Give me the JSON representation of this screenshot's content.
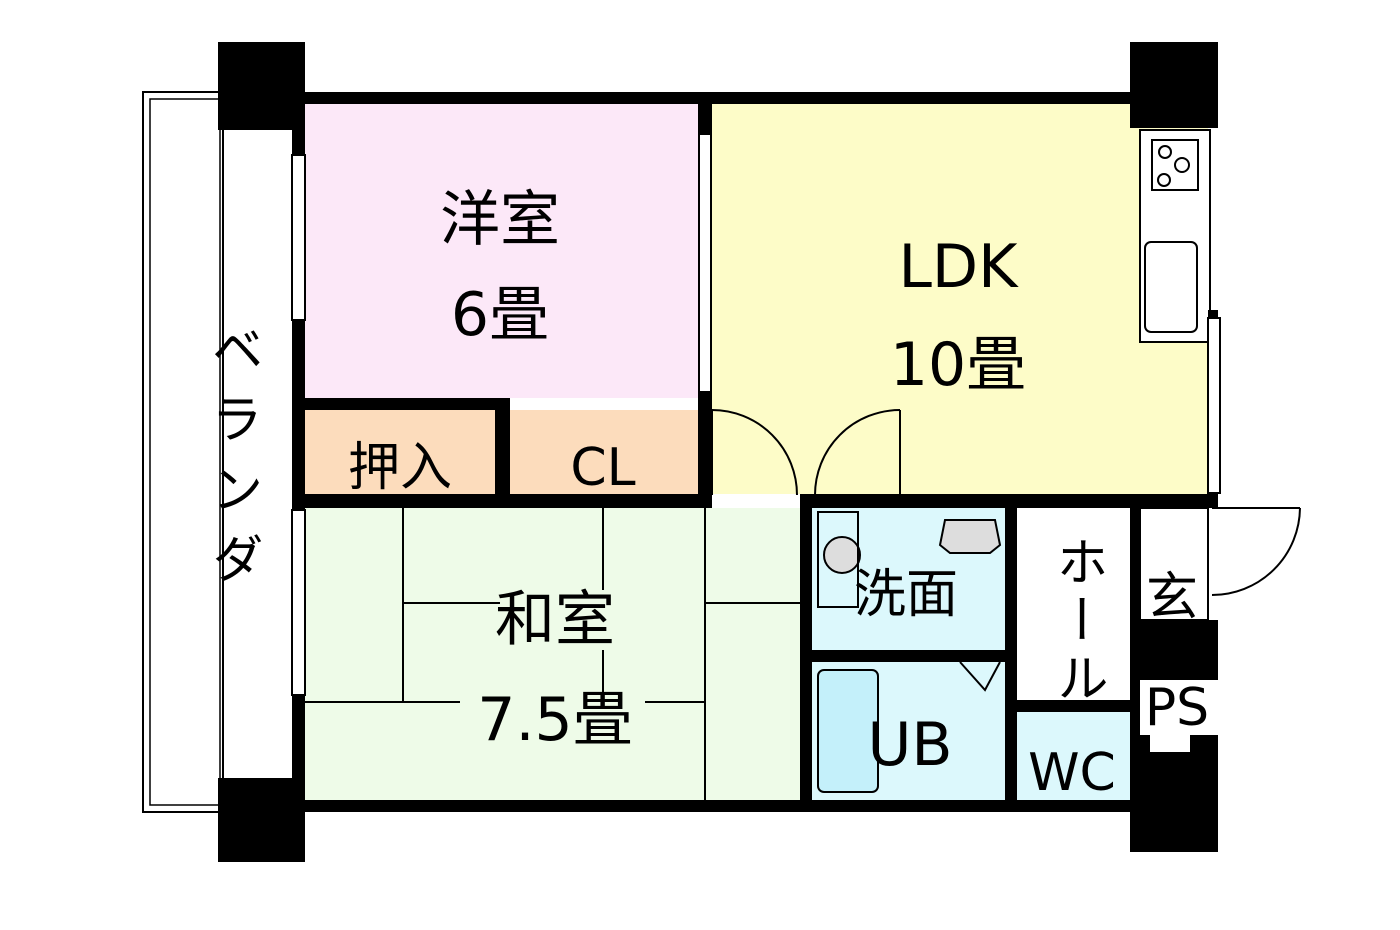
{
  "rooms": {
    "western": {
      "name": "洋室",
      "size": "6畳",
      "color": "#fce8f8"
    },
    "ldk": {
      "name": "LDK",
      "size": "10畳",
      "color": "#fdfcc8"
    },
    "closet_futon": {
      "name": "押入",
      "color": "#fcdcbc"
    },
    "closet": {
      "name": "CL",
      "color": "#fcdcbc"
    },
    "japanese": {
      "name": "和室",
      "size": "7.5畳",
      "color": "#eefbe8"
    },
    "washroom": {
      "name": "洗面",
      "color": "#dcf8fc"
    },
    "bath": {
      "name": "UB",
      "color": "#dcf8fc"
    },
    "hall": {
      "name": "ホール",
      "chars": [
        "ホ",
        "ー",
        "ル"
      ]
    },
    "entrance": {
      "name": "玄"
    },
    "pipe_space": {
      "name": "PS"
    },
    "toilet": {
      "name": "WC",
      "color": "#dcf8fc"
    },
    "balcony": {
      "name": "ベランダ",
      "chars": [
        "ベ",
        "ラ",
        "ン",
        "ダ"
      ]
    }
  }
}
